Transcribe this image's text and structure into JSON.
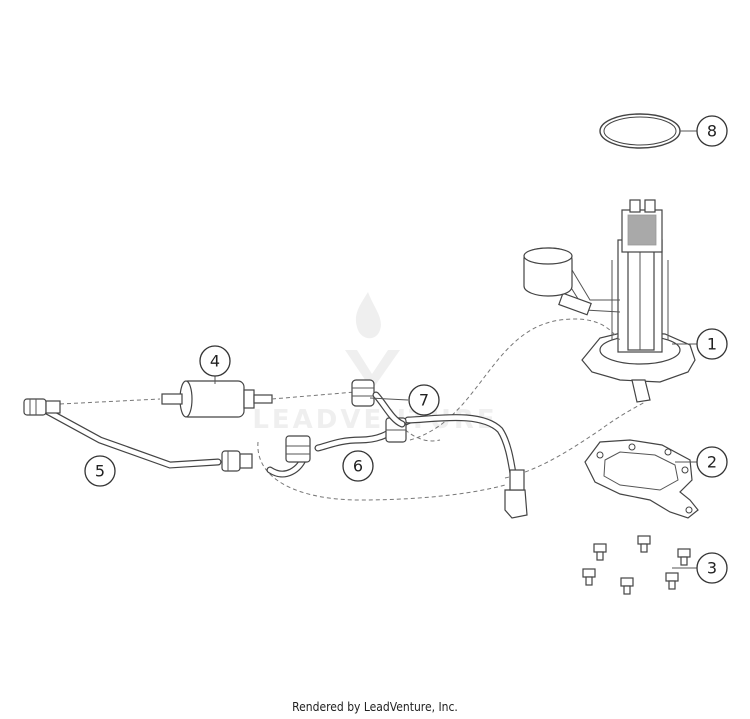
{
  "callouts": [
    {
      "label": "1"
    },
    {
      "label": "2"
    },
    {
      "label": "3"
    },
    {
      "label": "4"
    },
    {
      "label": "5"
    },
    {
      "label": "6"
    },
    {
      "label": "7"
    },
    {
      "label": "8"
    }
  ],
  "watermark": {
    "text": "LEADVENTURE"
  },
  "footer": {
    "credit": "Rendered by LeadVenture, Inc."
  }
}
